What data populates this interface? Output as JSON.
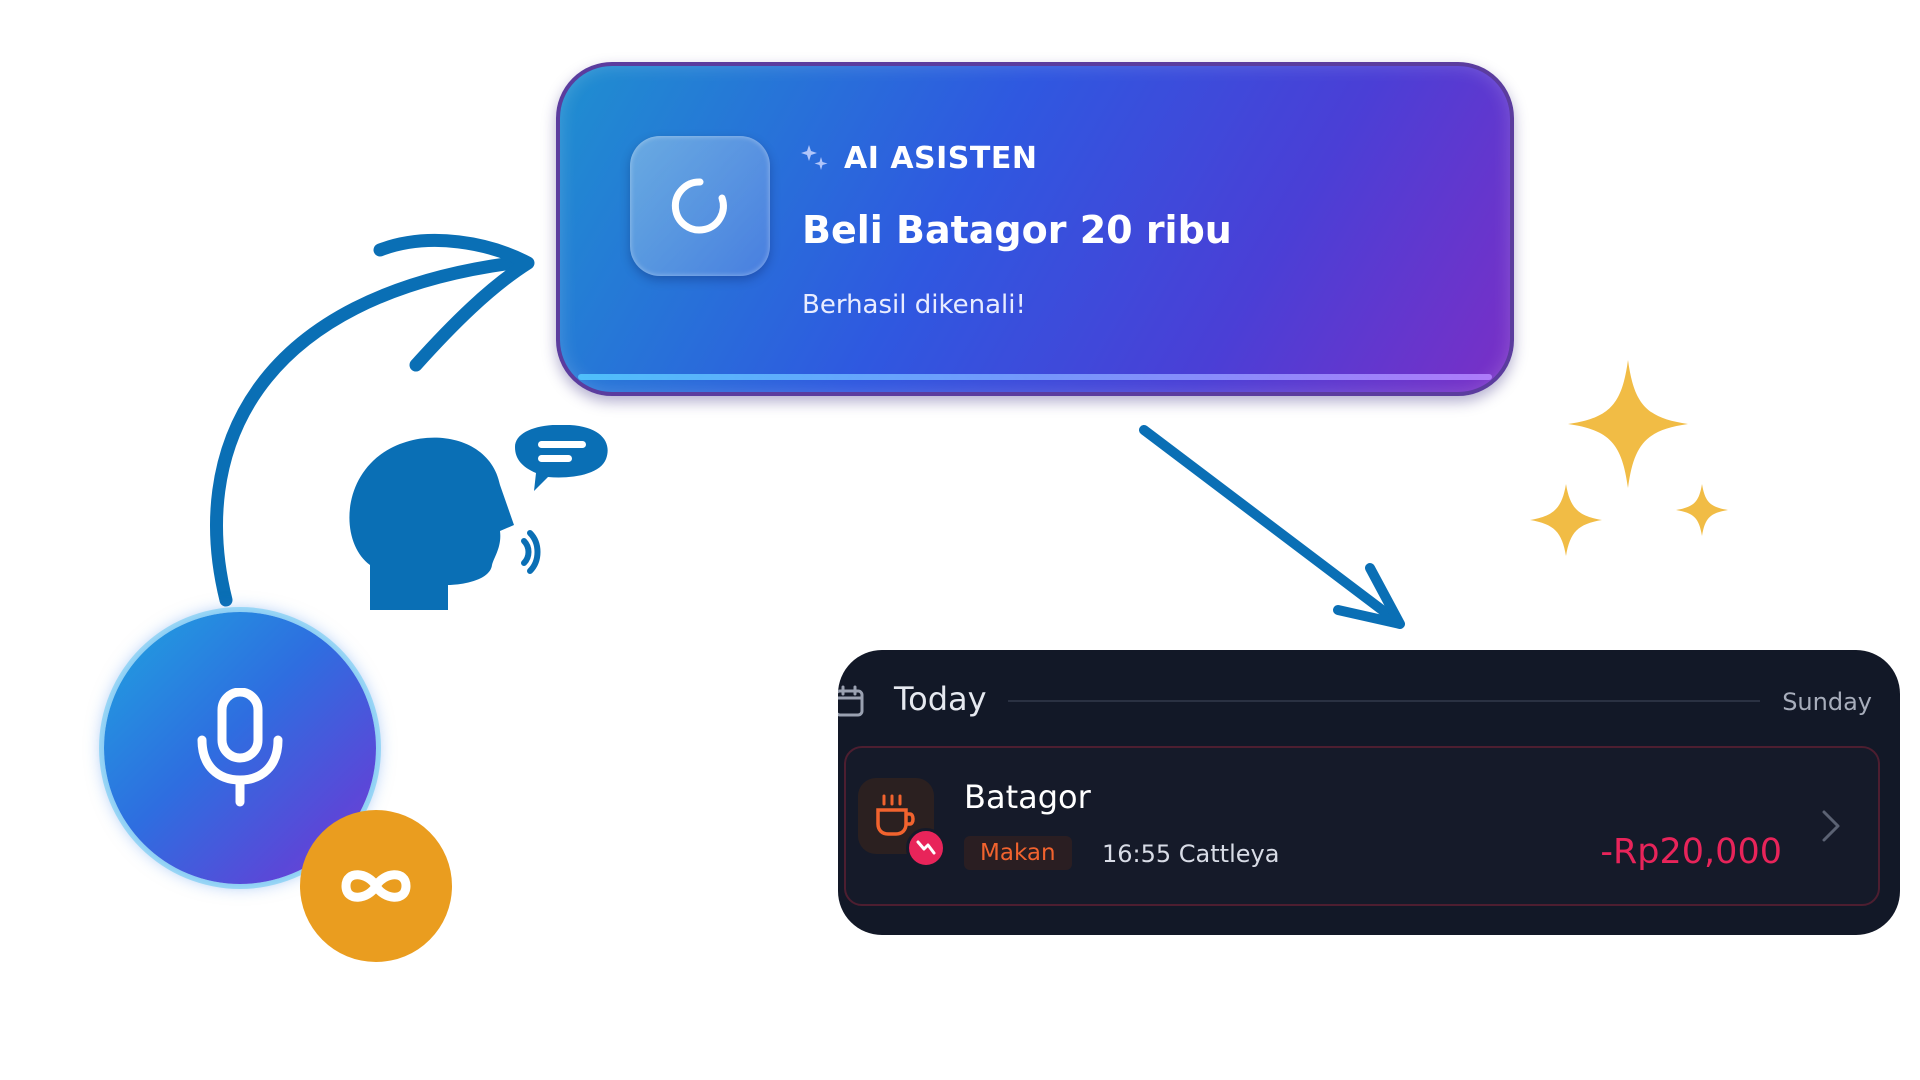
{
  "ai_card": {
    "label": "AI ASISTEN",
    "command": "Beli Batagor 20 ribu",
    "status": "Berhasil dikenali!",
    "icon": "loading-spinner-icon"
  },
  "transactions": {
    "section_title": "Today",
    "day": "Sunday",
    "rows": [
      {
        "name": "Batagor",
        "category": "Makan",
        "time_wallet": "16:55 Cattleya",
        "amount": "-Rp20,000",
        "category_icon": "coffee-cup-icon",
        "badge_icon": "expense-arrow-icon"
      }
    ]
  },
  "mic_button": {
    "icon": "microphone-icon"
  },
  "badge": {
    "icon": "infinity-icon"
  },
  "colors": {
    "accent_blue": "#0a6fb5",
    "card_gradient_start": "#1f8fd0",
    "card_gradient_end": "#7a2fc6",
    "expense_red": "#e8245a",
    "category_orange": "#f2632e",
    "sparkle_gold": "#f1bc45",
    "badge_orange": "#ea9d1f",
    "dark_card": "#121827"
  }
}
